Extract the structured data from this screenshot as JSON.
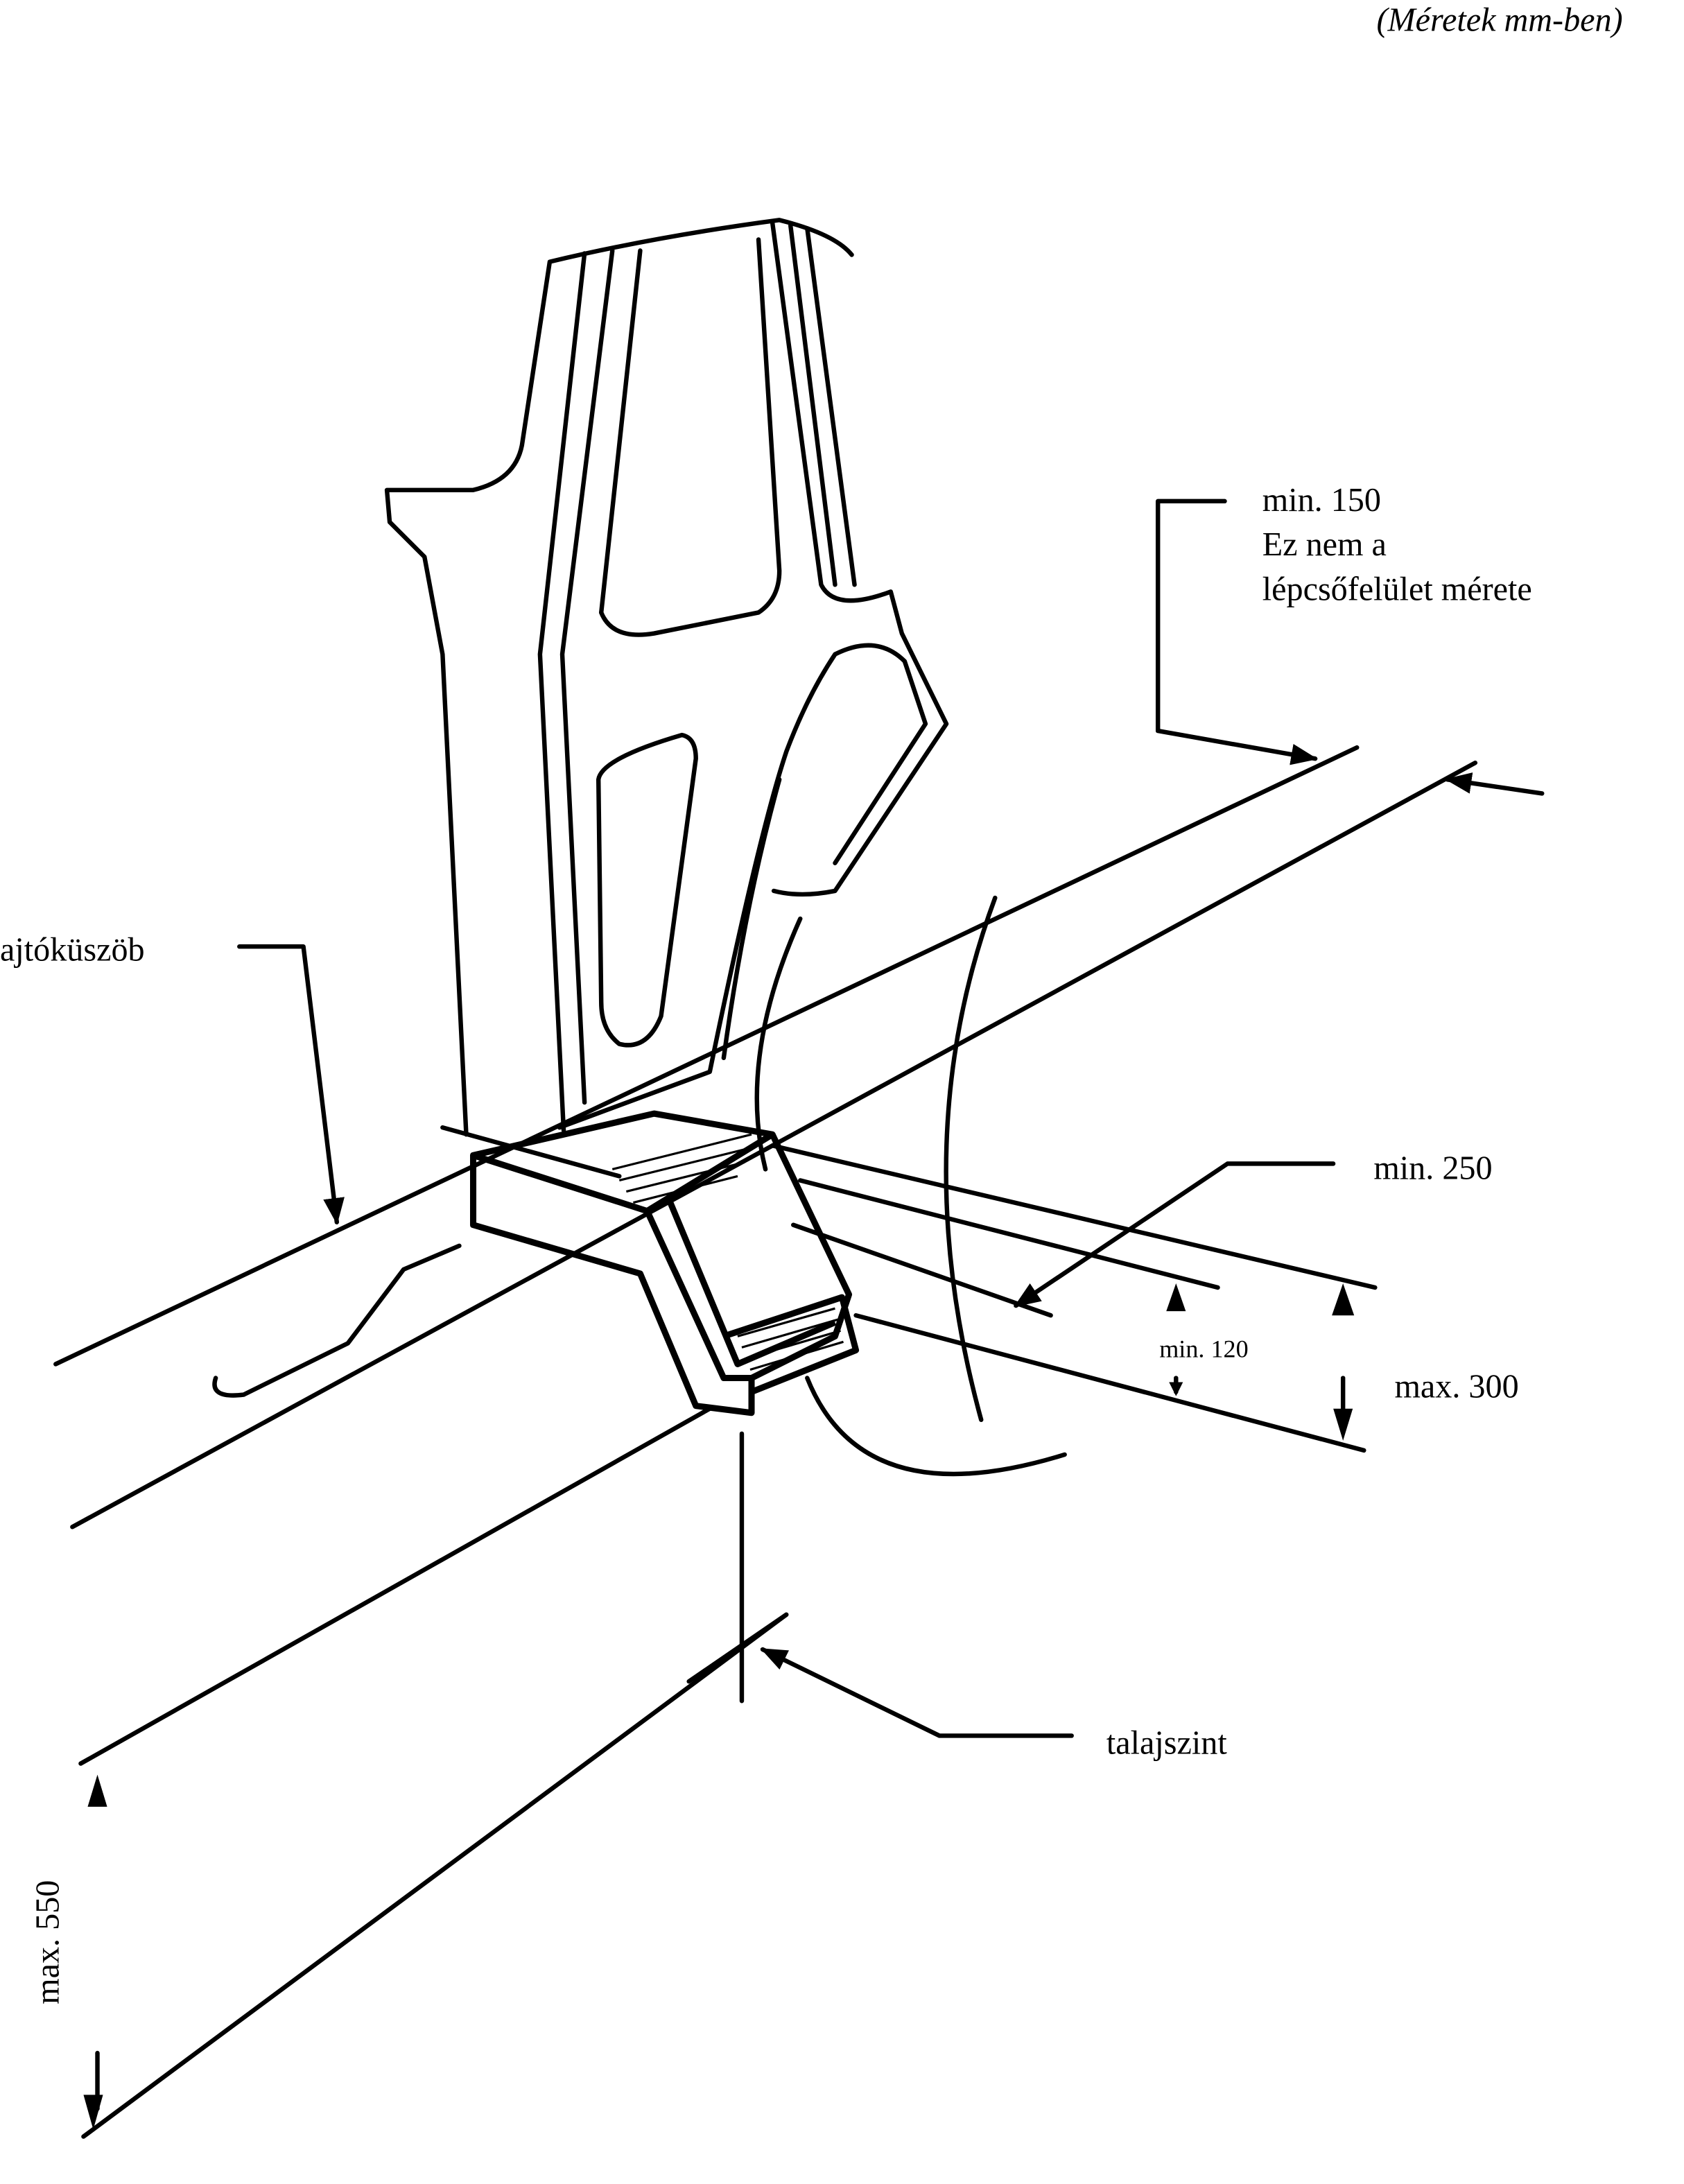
{
  "header": {
    "units_note": "(Méretek mm-ben)"
  },
  "labels": {
    "step_width_value": "min. 150",
    "step_width_note_1": "Ez nem a",
    "step_width_note_2": "lépcsőfelület mérete",
    "door_sill": "ajtóküszöb",
    "step_depth": "min. 250",
    "step_height_min": "min. 120",
    "step_height_max": "max. 300",
    "ground_level": "talajszint",
    "first_step_height": "max. 550"
  }
}
